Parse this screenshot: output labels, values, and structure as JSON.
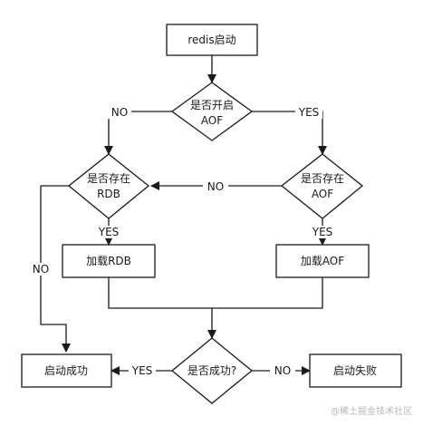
{
  "nodes": {
    "start": "redis启动",
    "check_aof_enabled": [
      "是否开启",
      "AOF"
    ],
    "check_rdb_exists": [
      "是否存在",
      "RDB"
    ],
    "check_aof_exists": [
      "是否存在",
      "AOF"
    ],
    "load_rdb": "加载RDB",
    "load_aof": "加载AOF",
    "check_start_success": "是否成功?",
    "start_success": "启动成功",
    "start_failed": "启动失败"
  },
  "edges": {
    "aof_enabled_no": "NO",
    "aof_enabled_yes": "YES",
    "aof_missing_no": "NO",
    "rdb_exists_yes": "YES",
    "aof_exists_yes": "YES",
    "rdb_missing_no": "NO",
    "success_yes": "YES",
    "success_no": "NO"
  },
  "watermark": "@稀土掘金技术社区",
  "colors": {
    "stroke": "#1a1a1a",
    "fill": "#ffffff",
    "text": "#1a1a1a",
    "watermark": "#b8b8b8"
  }
}
